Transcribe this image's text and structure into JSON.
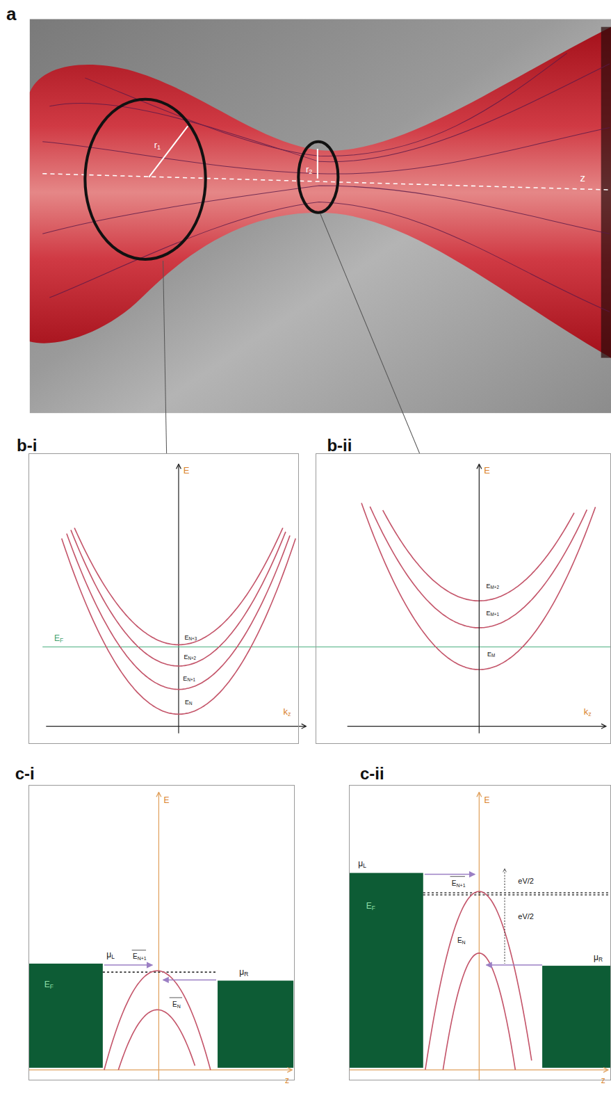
{
  "diagram": {
    "nodes": [
      {
        "text": [
          "a",
          "r1",
          "r2",
          "z"
        ]
      },
      {
        "text": [
          "b-i",
          "E",
          "EF",
          "EN+3",
          "EN+2",
          "EN+1",
          "EN",
          "kz"
        ]
      },
      {
        "text": [
          "b-ii",
          "E",
          "EM+2",
          "EM+1",
          "EM",
          "kz"
        ]
      },
      {
        "text": [
          "c-i",
          "E",
          "μL",
          "EN+1",
          "EF",
          "EN",
          "μR",
          "z"
        ]
      },
      {
        "text": [
          "c-ii",
          "E",
          "μL",
          "EN+1",
          "eV/2",
          "eV/2",
          "EF",
          "μR",
          "EN",
          "z"
        ]
      }
    ]
  }
}
